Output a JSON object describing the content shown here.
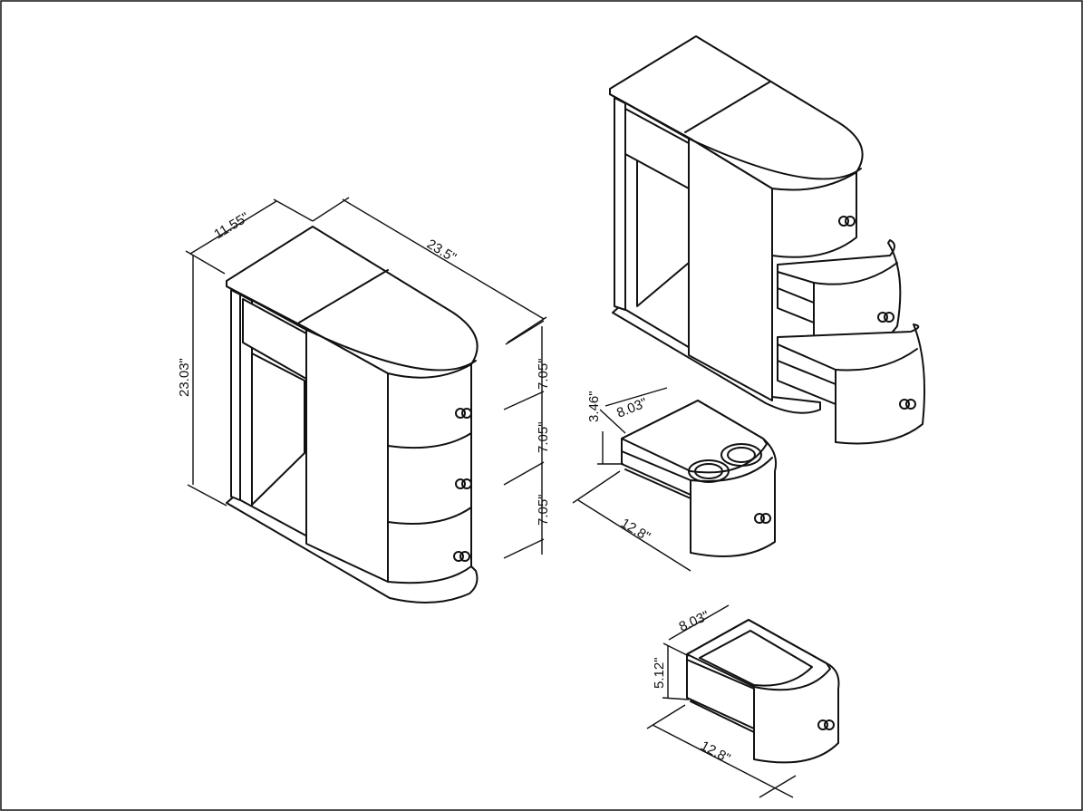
{
  "main_view": {
    "depth": "11.55\"",
    "length": "23.5\"",
    "height": "23.03\"",
    "drawer_top": "7.05\"",
    "drawer_middle": "7.05\"",
    "drawer_bottom": "7.05\""
  },
  "top_drawer": {
    "width": "8.03\"",
    "height": "3.46\"",
    "length": "12.8\""
  },
  "lower_drawer": {
    "width": "8.03\"",
    "height": "5.12\"",
    "length": "12.8\""
  },
  "colors": {
    "line": "#111111",
    "background": "#ffffff"
  }
}
